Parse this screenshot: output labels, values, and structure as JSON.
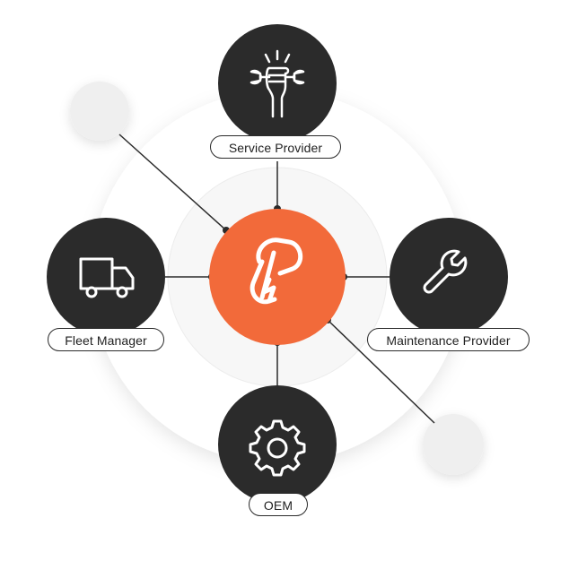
{
  "center": {
    "icon": "orange-logo-icon",
    "color": "#f26a3a"
  },
  "nodes": [
    {
      "id": "service",
      "label": "Service Provider",
      "icon": "fist-wrench-icon"
    },
    {
      "id": "fleet",
      "label": "Fleet Manager",
      "icon": "truck-icon"
    },
    {
      "id": "maintenance",
      "label": "Maintenance Provider",
      "icon": "wrench-icon"
    },
    {
      "id": "oem",
      "label": "OEM",
      "icon": "gear-icon"
    }
  ],
  "colors": {
    "node_fill": "#2b2b2b",
    "center_fill": "#f26a3a",
    "line": "#2b2b2b",
    "ring_outer": "#f7f7f7",
    "decor": "#efefef"
  }
}
